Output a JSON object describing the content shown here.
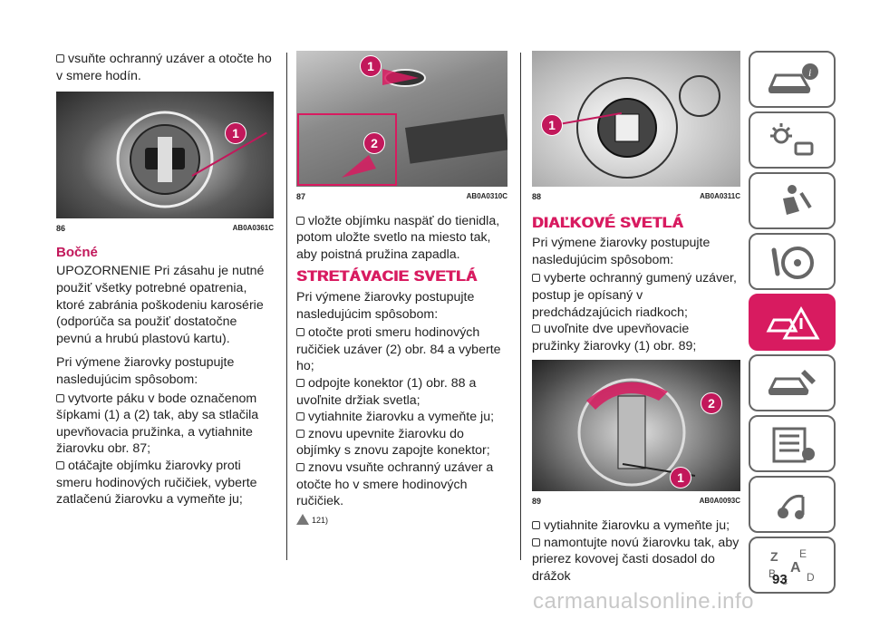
{
  "col1": {
    "intro_bullet": "vsuňte ochranný uzáver a otočte ho v smere hodín.",
    "fig": {
      "number": "86",
      "code": "AB0A0361C",
      "callouts": [
        "1"
      ]
    },
    "subheading": "Bočné",
    "warning_para": "UPOZORNENIE Pri zásahu je nutné použiť všetky potrebné opatrenia, ktoré zabránia poškodeniu karosérie (odporúča sa použiť dostatočne pevnú a hrubú plastovú kartu).",
    "replace_para": "Pri výmene žiarovky postupujte nasledujúcim spôsobom:",
    "bullets": [
      "vytvorte páku v bode označenom šípkami (1) a (2) tak, aby sa stlačila upevňovacia pružinka, a vytiahnite žiarovku obr. 87;",
      "otáčajte objímku žiarovky proti smeru hodinových ručičiek, vyberte zatlačenú žiarovku a vymeňte ju;"
    ]
  },
  "col2": {
    "fig": {
      "number": "87",
      "code": "AB0A0310C",
      "callouts": [
        "1",
        "2"
      ]
    },
    "intro_bullet": "vložte objímku naspäť do tienidla, potom uložte svetlo na miesto tak, aby poistná pružina zapadla.",
    "heading": "STRETÁVACIE SVETLÁ",
    "para": "Pri výmene žiarovky postupujte nasledujúcim spôsobom:",
    "bullets": [
      "otočte proti smeru hodinových ručičiek uzáver (2) obr. 84 a vyberte ho;",
      "odpojte konektor (1) obr. 88 a uvoľnite držiak svetla;",
      "vytiahnite žiarovku a vymeňte ju;",
      "znovu upevnite žiarovku do objímky s znovu zapojte konektor;",
      "znovu vsuňte ochranný uzáver a otočte ho v smere hodinových ručičiek."
    ],
    "warning_ref": "121)"
  },
  "col3": {
    "fig_top": {
      "number": "88",
      "code": "AB0A0311C",
      "callouts": [
        "1"
      ]
    },
    "heading": "DIAĽKOVÉ SVETLÁ",
    "para": "Pri výmene žiarovky postupujte nasledujúcim spôsobom:",
    "bullets": [
      "vyberte ochranný gumený uzáver, postup je opísaný v predchádzajúcich riadkoch;",
      "uvoľnite dve upevňovacie pružinky žiarovky (1) obr. 89;"
    ],
    "fig_bottom": {
      "number": "89",
      "code": "AB0A0093C",
      "callouts": [
        "2",
        "1"
      ]
    },
    "bullets_after": [
      "vytiahnite žiarovku a vymeňte ju;",
      "namontujte novú žiarovku tak, aby prierez kovovej časti dosadol do drážok"
    ]
  },
  "page_number": "93",
  "watermark": "carmanualsonline.info",
  "side_tabs": [
    {
      "icon": "car-info-icon",
      "active": false
    },
    {
      "icon": "dashboard-lights-icon",
      "active": false
    },
    {
      "icon": "airbag-seat-icon",
      "active": false
    },
    {
      "icon": "steering-wheel-icon",
      "active": false
    },
    {
      "icon": "breakdown-warning-icon",
      "active": true
    },
    {
      "icon": "maintenance-car-icon",
      "active": false
    },
    {
      "icon": "technical-data-icon",
      "active": false
    },
    {
      "icon": "multimedia-icon",
      "active": false
    },
    {
      "icon": "index-alphabet-icon",
      "active": false
    }
  ],
  "colors": {
    "accent": "#d81b60",
    "callout": "#c2185b",
    "text": "#222222"
  }
}
